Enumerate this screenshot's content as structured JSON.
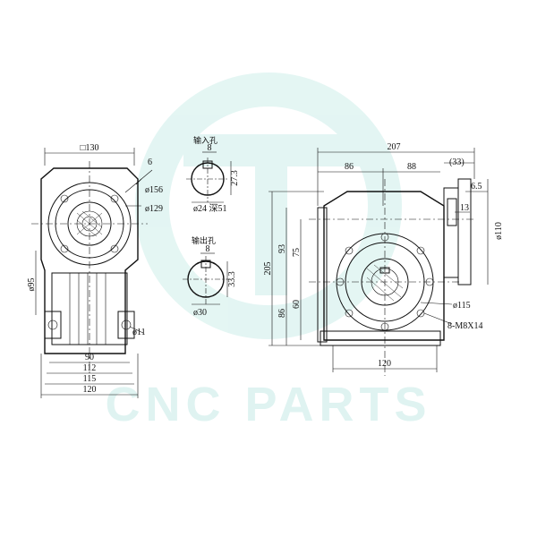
{
  "watermark": {
    "text": "CNC PARTS",
    "color": "#cdeeea"
  },
  "left_view": {
    "square_label": "□130",
    "dia_156": "ø156",
    "dia_129": "ø129",
    "dia_95": "ø95",
    "dia_11": "ø11",
    "width_90": "90",
    "width_112": "112",
    "width_115": "115",
    "width_120": "120",
    "small_6": "6"
  },
  "input_hole": {
    "title": "输入孔",
    "key_width": "8",
    "key_height": "27.3",
    "bore": "ø24  深51"
  },
  "output_hole": {
    "title": "输出孔",
    "key_width": "8",
    "key_height": "33.3",
    "bore": "ø30"
  },
  "front_view": {
    "total_width": "207",
    "left_86": "86",
    "right_88": "88",
    "flange_33": "(33)",
    "flange_6_5": "6.5",
    "flange_13": "13",
    "flange_dia_110": "ø110",
    "height_205": "205",
    "height_93": "93",
    "height_75": "75",
    "height_86": "86",
    "height_60": "60",
    "dia_115": "ø115",
    "bolts": "8-M8X14",
    "base_120": "120"
  }
}
